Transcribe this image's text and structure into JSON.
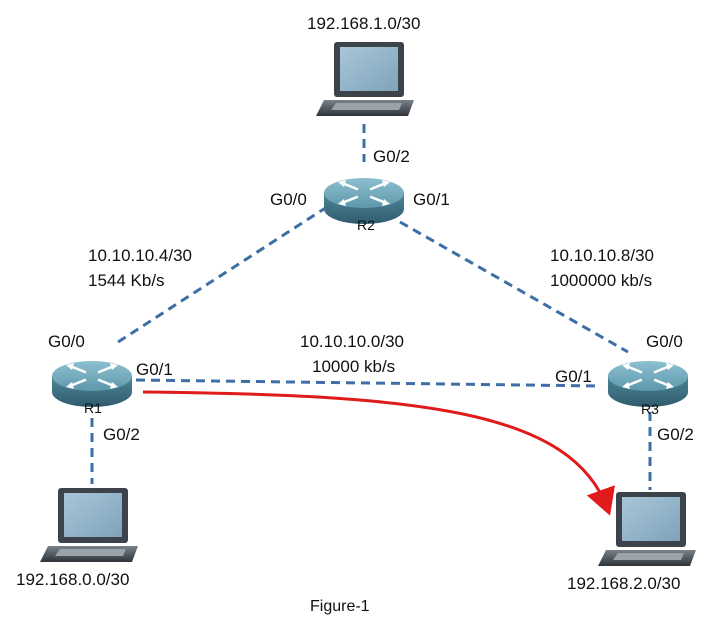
{
  "caption": "Figure-1",
  "colors": {
    "link": "#3d6fa6",
    "path_arrow": "#e01b1b",
    "router_body": "#6aa5b8",
    "laptop_screen": "#8fb2c8"
  },
  "routers": {
    "r1": {
      "name": "R1",
      "icon": "router-icon"
    },
    "r2": {
      "name": "R2",
      "icon": "router-icon"
    },
    "r3": {
      "name": "R3",
      "icon": "router-icon"
    }
  },
  "interfaces": {
    "r1_g00": "G0/0",
    "r1_g01": "G0/1",
    "r1_g02": "G0/2",
    "r2_g00": "G0/0",
    "r2_g01": "G0/1",
    "r2_g02": "G0/2",
    "r3_g00": "G0/0",
    "r3_g01": "G0/1",
    "r3_g02": "G0/2"
  },
  "links": {
    "r1_r2": {
      "network": "10.10.10.4/30",
      "bandwidth": "1544 Kb/s"
    },
    "r2_r3": {
      "network": "10.10.10.8/30",
      "bandwidth": "1000000 kb/s"
    },
    "r1_r3": {
      "network": "10.10.10.0/30",
      "bandwidth": "10000 kb/s"
    }
  },
  "hosts": {
    "pc_r1": {
      "network": "192.168.0.0/30",
      "icon": "laptop-icon"
    },
    "pc_r2": {
      "network": "192.168.1.0/30",
      "icon": "laptop-icon"
    },
    "pc_r3": {
      "network": "192.168.2.0/30",
      "icon": "laptop-icon"
    }
  }
}
